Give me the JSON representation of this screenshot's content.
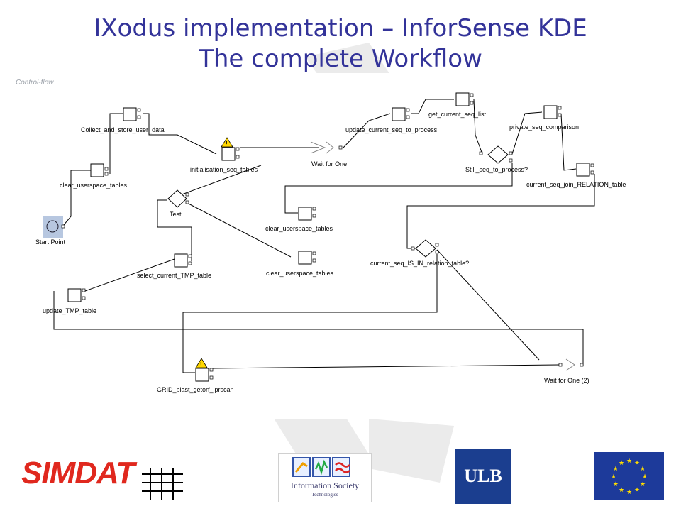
{
  "title_line1": "IXodus implementation – InforSense KDE",
  "title_line2": "The complete Workflow",
  "diagram": {
    "panel_label": "Control-flow",
    "nodes": {
      "start": "Start Point",
      "clear1": "clear_userspace_tables",
      "collect": "Collect_and_store_user_data",
      "init": "initialisation_seq_tables",
      "wait1": "Wait for One",
      "update_cur": "update_current_seq_to_process",
      "get_cur": "get_current_seq_list",
      "still": "Still_seq_to_process?",
      "private": "private_seq_comparison",
      "join": "current_seq_join_RELATION_table",
      "test": "Test",
      "clear2": "clear_userspace_tables",
      "clear3": "clear_userspace_tables",
      "select_tmp": "select_current_TMP_table",
      "is_in": "current_seq_IS_IN_relation_table?",
      "update_tmp": "update_TMP_table",
      "grid": "GRID_blast_getorf_iprscan",
      "wait2": "Wait for One (2)"
    }
  },
  "footer": {
    "simdat": "SIMDAT",
    "infosoc": "Information Society",
    "infosoc_sub": "Technologies",
    "ulb": "ULB"
  },
  "colors": {
    "title": "#333399",
    "simdat_red": "#e0281e",
    "ulb_blue": "#1b3e8f",
    "eu_blue": "#1d3a9a",
    "eu_star": "#ffdd00"
  }
}
